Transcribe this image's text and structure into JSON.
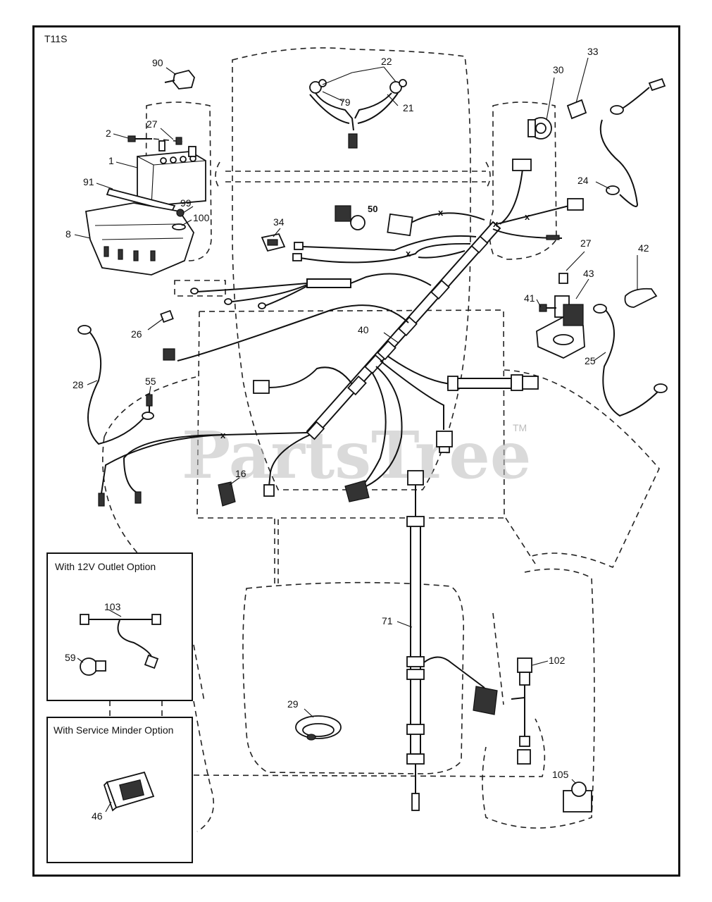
{
  "diagram_id": "T11S",
  "watermark": "PartsTree",
  "trademark": "TM",
  "callouts": {
    "c1": "1",
    "c2": "2",
    "c8": "8",
    "c16": "16",
    "c21": "21",
    "c22": "22",
    "c24": "24",
    "c25": "25",
    "c26": "26",
    "c27a": "27",
    "c27b": "27",
    "c28": "28",
    "c29": "29",
    "c30": "30",
    "c33": "33",
    "c34": "34",
    "c40": "40",
    "c41": "41",
    "c42": "42",
    "c43": "43",
    "c46": "46",
    "c50": "50",
    "c55": "55",
    "c59": "59",
    "c71": "71",
    "c79": "79",
    "c90": "90",
    "c91": "91",
    "c99": "99",
    "c100": "100",
    "c102": "102",
    "c103": "103",
    "c105": "105"
  },
  "options": {
    "outlet_title": "With 12V Outlet Option",
    "minder_title": "With Service Minder Option"
  }
}
